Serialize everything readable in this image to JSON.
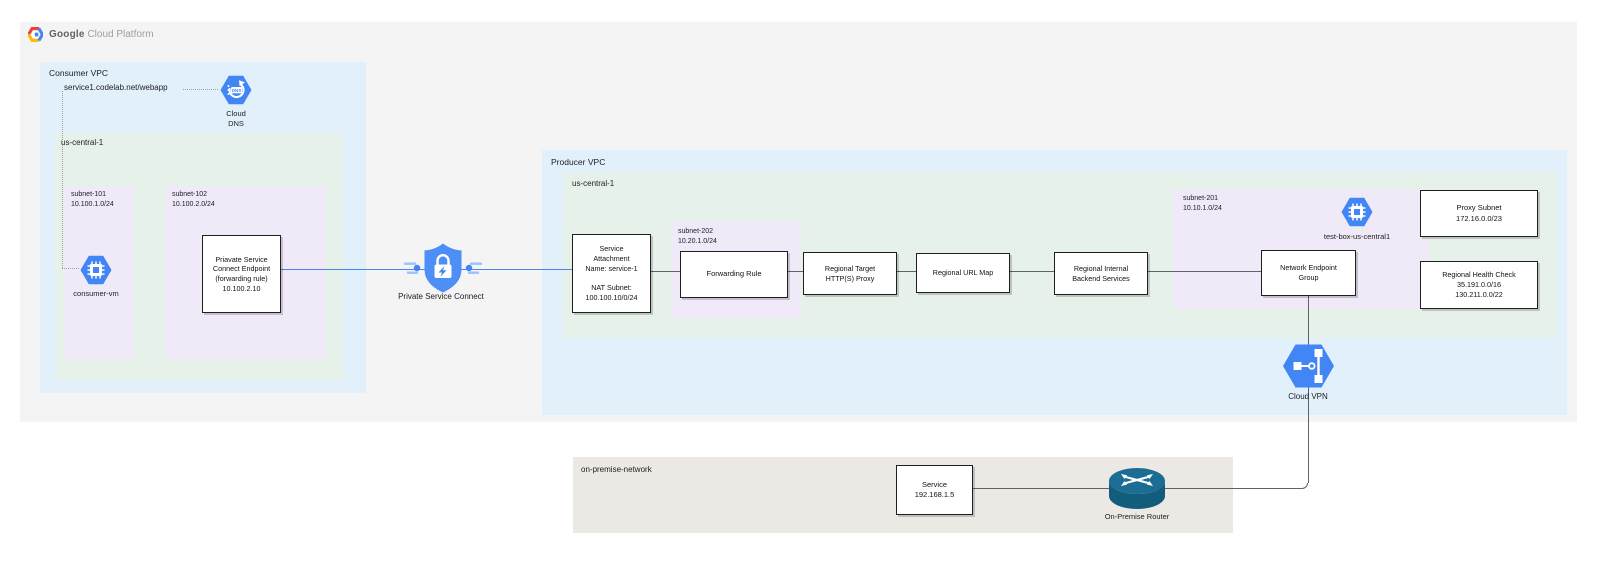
{
  "header": {
    "logo_google": "Google",
    "logo_rest": "Cloud Platform"
  },
  "consumer_vpc": {
    "label": "Consumer VPC",
    "dns_record": "service1.codelab.net/webapp",
    "cloud_dns_label": [
      "Cloud",
      "DNS"
    ],
    "region": {
      "label": "us-central-1",
      "subnet_101": {
        "name": "subnet-101",
        "cidr": "10.100.1.0/24",
        "vm_label": "consumer-vm"
      },
      "subnet_102": {
        "name": "subnet-102",
        "cidr": "10.100.2.0/24",
        "endpoint_box": [
          "Priavate Service",
          "Connect Endpoint",
          "(forwarding rule)",
          "10.100.2.10"
        ]
      }
    }
  },
  "psc": {
    "label": "Private Service Connect"
  },
  "producer_vpc": {
    "label": "Producer VPC",
    "cloud_vpn_label": "Cloud VPN",
    "region": {
      "label": "us-central-1",
      "service_attachment": [
        "Service",
        "Attachment",
        "Name: service-1",
        "",
        "NAT Subnet:",
        "100.100.10/0/24"
      ],
      "subnet_202": {
        "name": "subnet-202",
        "cidr": "10.20.1.0/24",
        "forwarding_rule": "Forwarding Rule"
      },
      "target_proxy": [
        "Regional Target",
        "HTTP(S) Proxy"
      ],
      "url_map": "Regional URL Map",
      "backend_services": [
        "Regional Internal",
        "Backend Services"
      ],
      "subnet_201": {
        "name": "subnet-201",
        "cidr": "10.10.1.0/24",
        "neg": [
          "Network Endpoint",
          "Group"
        ],
        "test_vm_label": "test-box-us-central1"
      },
      "proxy_subnet": [
        "Proxy Subnet",
        "172.16.0.0/23"
      ],
      "health_check": [
        "Regional Health Check",
        "35.191.0.0/16",
        "130.211.0.0/22"
      ]
    }
  },
  "on_premise": {
    "label": "on-premise-network",
    "service_box": [
      "Service",
      "192.168.1.5"
    ],
    "router_label": "On-Premise Router"
  },
  "icons": {
    "gcp_logo": "gcp-logo-hexagon",
    "cloud_dns": "cloud-dns-icon",
    "consumer_vm": "compute-engine-icon",
    "psc": "private-service-connect-shield-icon",
    "test_vm": "compute-engine-icon",
    "cloud_vpn": "cloud-vpn-icon",
    "router": "on-premise-router-icon"
  },
  "colors": {
    "icon_blue": "#4285f4",
    "shield_blue": "#4e8ef7",
    "connector_blue": "#4a86e8",
    "connector_grey": "#5f6368",
    "vpc_blue_bg": "#e2f0fb",
    "region_green_bg": "#e6f2e9",
    "subnet_purple_bg": "#f0eaf8",
    "panel_grey_bg": "#f4f4f5",
    "onprem_bg": "#ece9e4",
    "router_teal": "#1b6d93",
    "logo_red": "#ea4335",
    "logo_yellow": "#fbbc05"
  }
}
